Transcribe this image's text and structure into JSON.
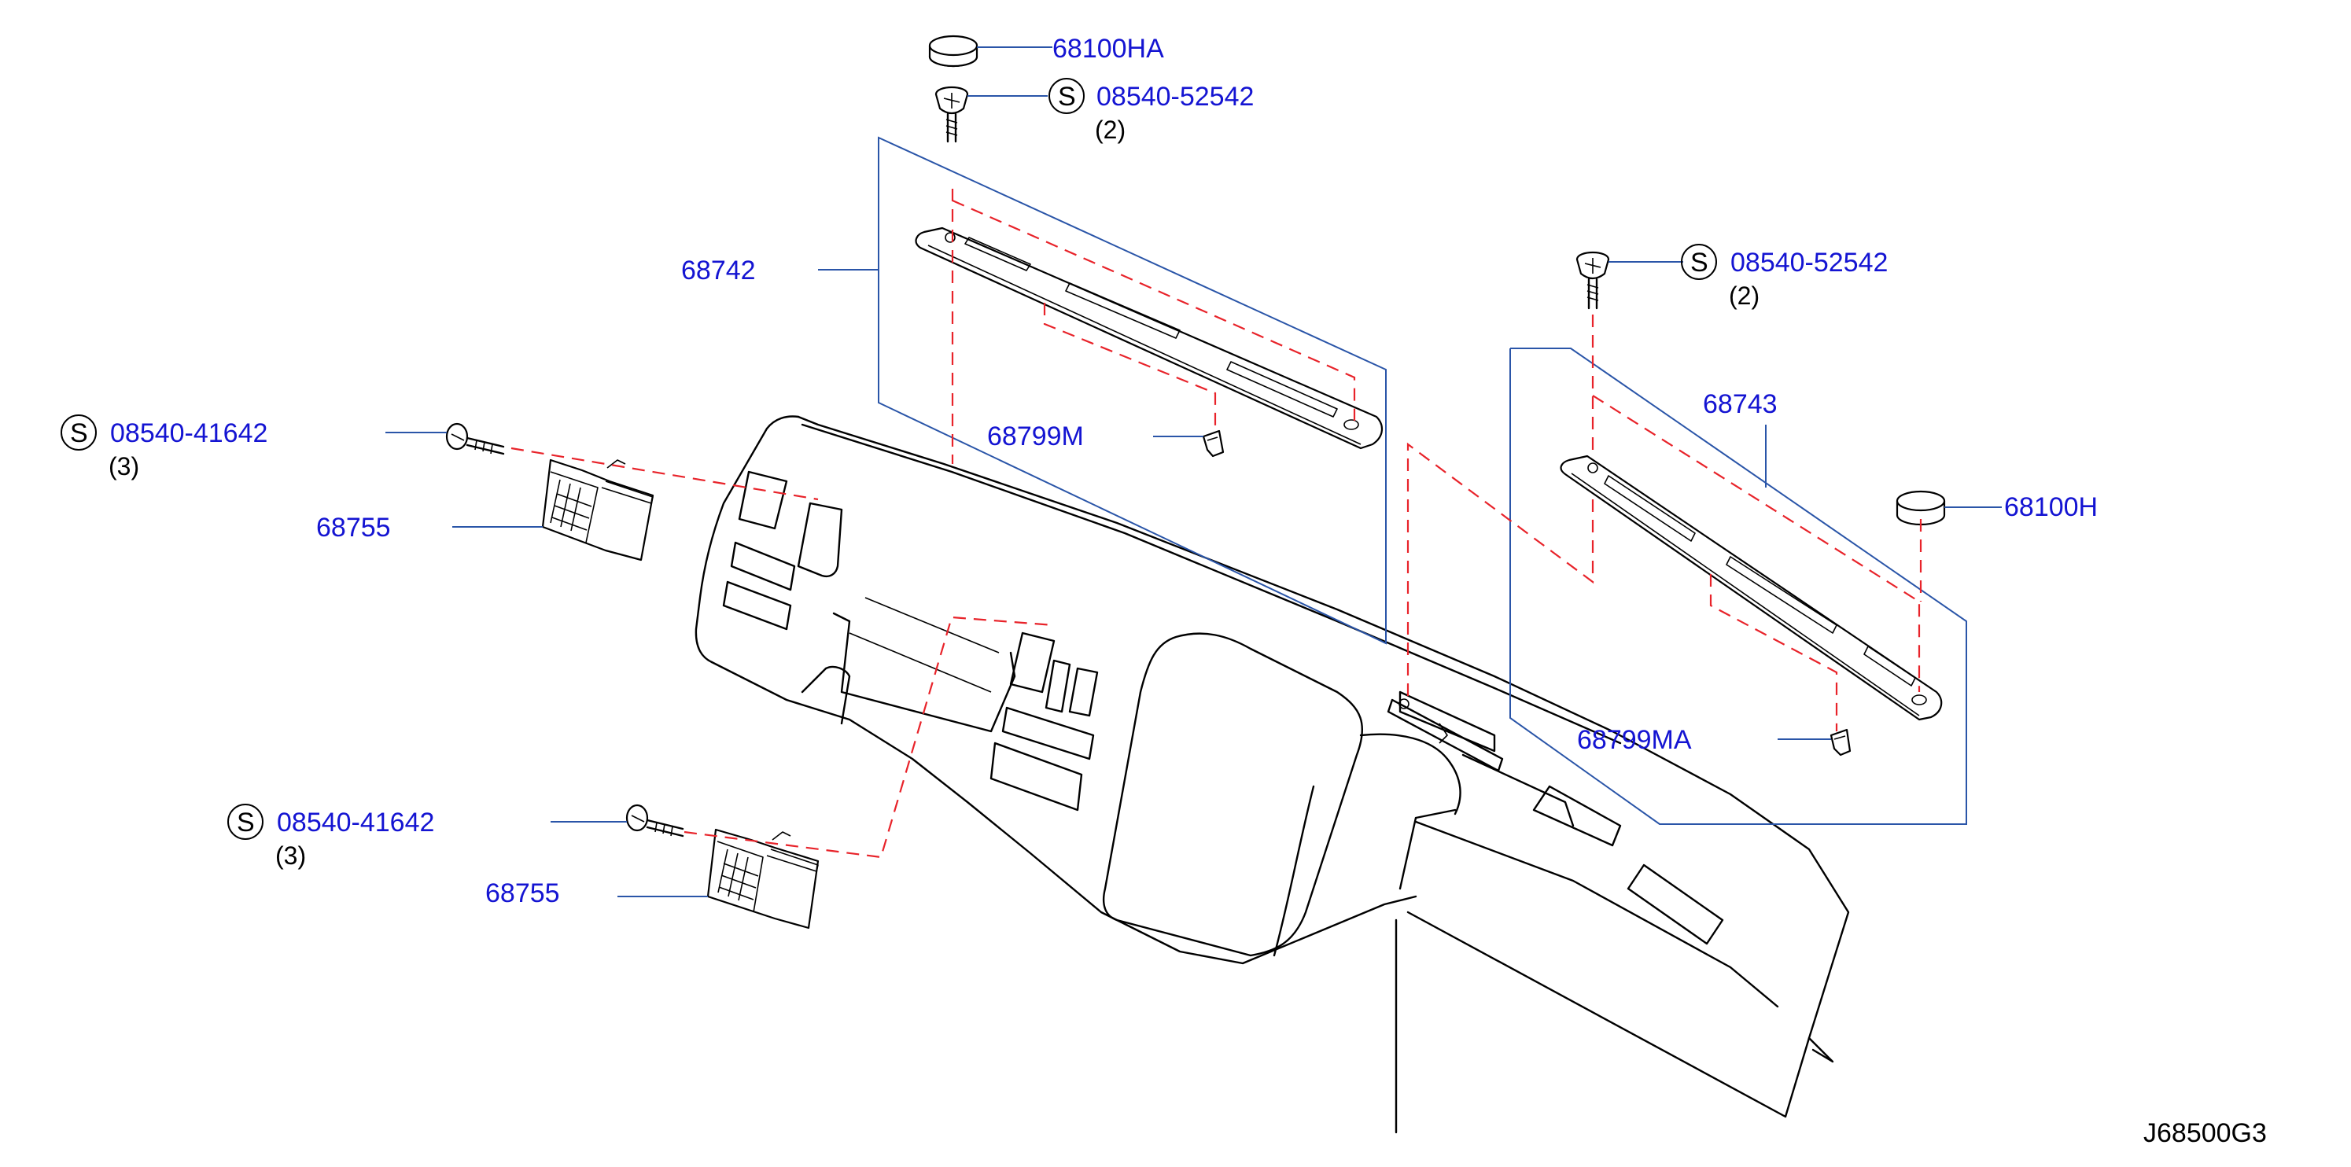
{
  "diagram_code": "J68500G3",
  "parts": {
    "cap_top": "68100HA",
    "screw_top": "08540-52542",
    "screw_top_qty": "(2)",
    "left_finisher": "68742",
    "left_clip": "68799M",
    "screw_right": "08540-52542",
    "screw_right_qty": "(2)",
    "right_finisher": "68743",
    "cap_right": "68100H",
    "right_clip": "68799MA",
    "screw_vent_upper": "08540-41642",
    "screw_vent_upper_qty": "(3)",
    "vent_upper": "68755",
    "screw_vent_lower": "08540-41642",
    "screw_vent_lower_qty": "(3)",
    "vent_lower": "68755"
  },
  "standard_part_symbol": "S"
}
